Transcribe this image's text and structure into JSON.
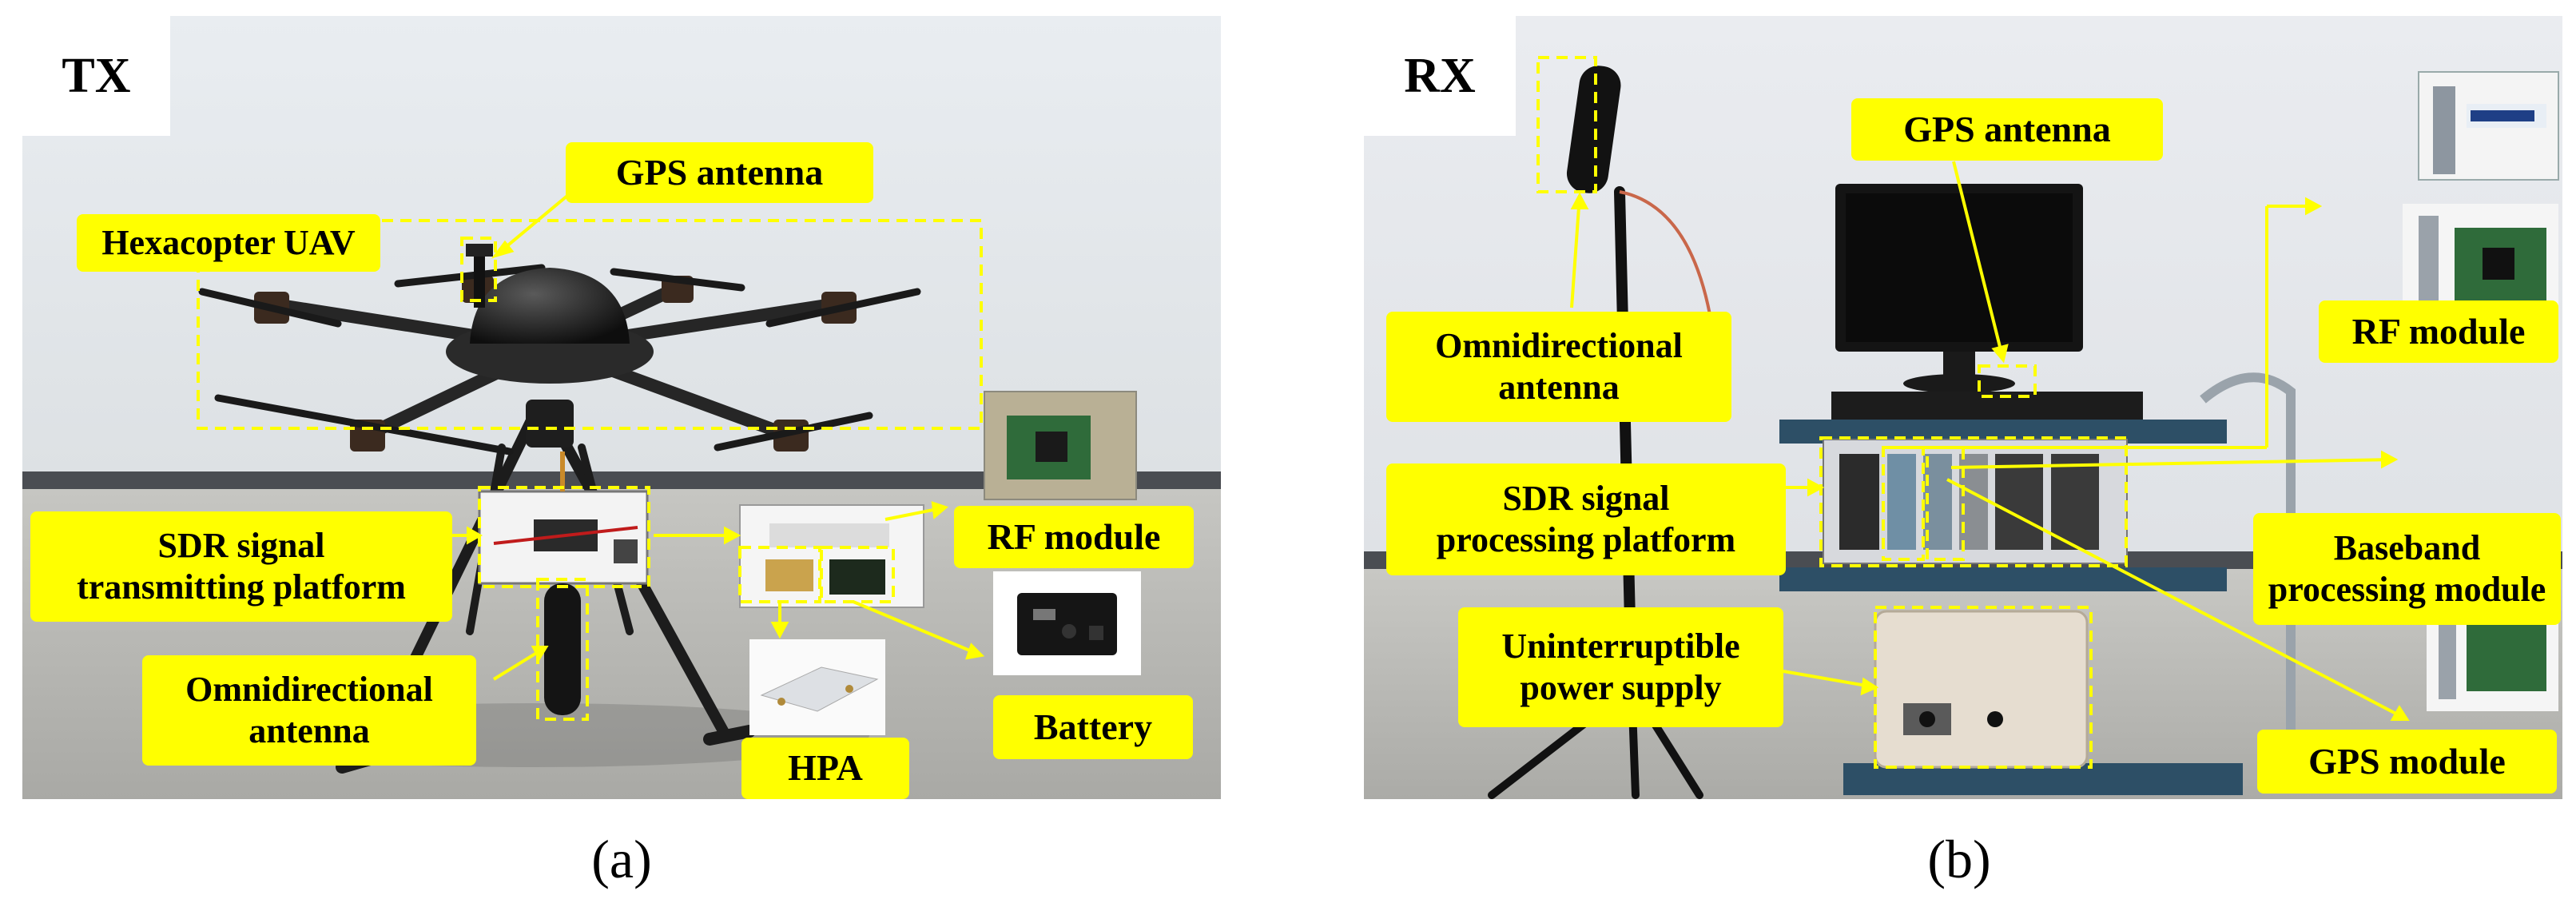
{
  "panel_a": {
    "title": "TX",
    "caption": "(a)",
    "labels": {
      "hexacopter": "Hexacopter UAV",
      "gps_antenna": "GPS antenna",
      "sdr_platform": "SDR signal\ntransmitting platform",
      "rf_module": "RF module",
      "omni_antenna": "Omnidirectional\nantenna",
      "battery": "Battery",
      "hpa": "HPA"
    }
  },
  "panel_b": {
    "title": "RX",
    "caption": "(b)",
    "labels": {
      "gps_antenna": "GPS antenna",
      "omni_antenna": "Omnidirectional\nantenna",
      "rf_module": "RF module",
      "sdr_platform": "SDR signal\nprocessing platform",
      "baseband": "Baseband\nprocessing module",
      "ups": "Uninterruptible\npower supply",
      "gps_module": "GPS module"
    }
  },
  "colors": {
    "label_fill": "#ffff00",
    "callout": "#ffff00",
    "wall": "#e3e7eb",
    "floor": "#bcbcb8"
  }
}
